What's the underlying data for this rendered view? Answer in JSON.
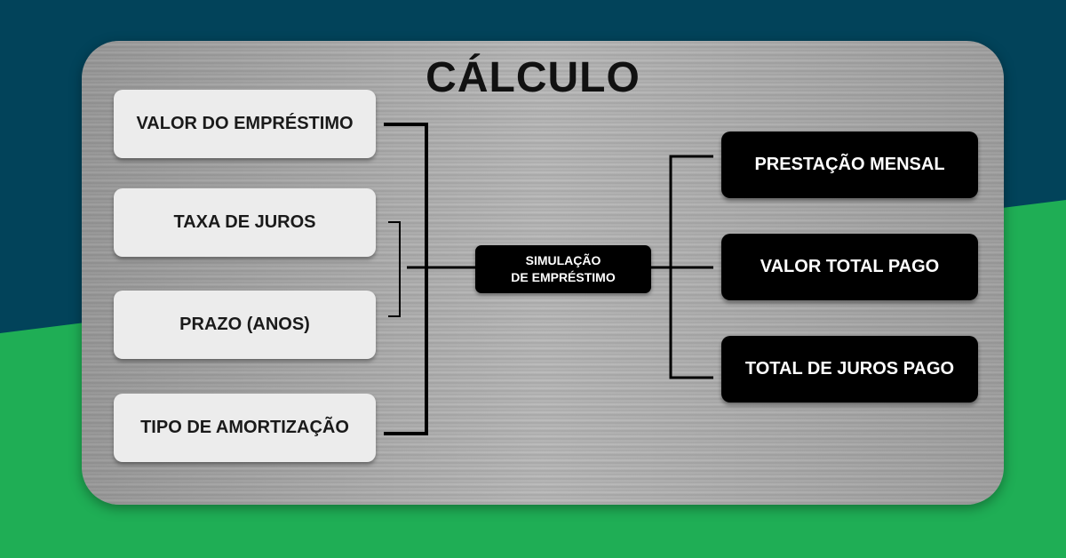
{
  "title": "CÁLCULO",
  "inputs": [
    "VALOR DO EMPRÉSTIMO",
    "TAXA DE JUROS",
    "PRAZO (ANOS)",
    "TIPO DE AMORTIZAÇÃO"
  ],
  "center": {
    "line1": "SIMULAÇÃO",
    "line2": "DE EMPRÉSTIMO"
  },
  "outputs": [
    "PRESTAÇÃO MENSAL",
    "VALOR TOTAL PAGO",
    "TOTAL DE JUROS PAGO"
  ],
  "colors": {
    "navy": "#02435a",
    "green": "#1fae55",
    "panel": "#cfcfcf"
  }
}
